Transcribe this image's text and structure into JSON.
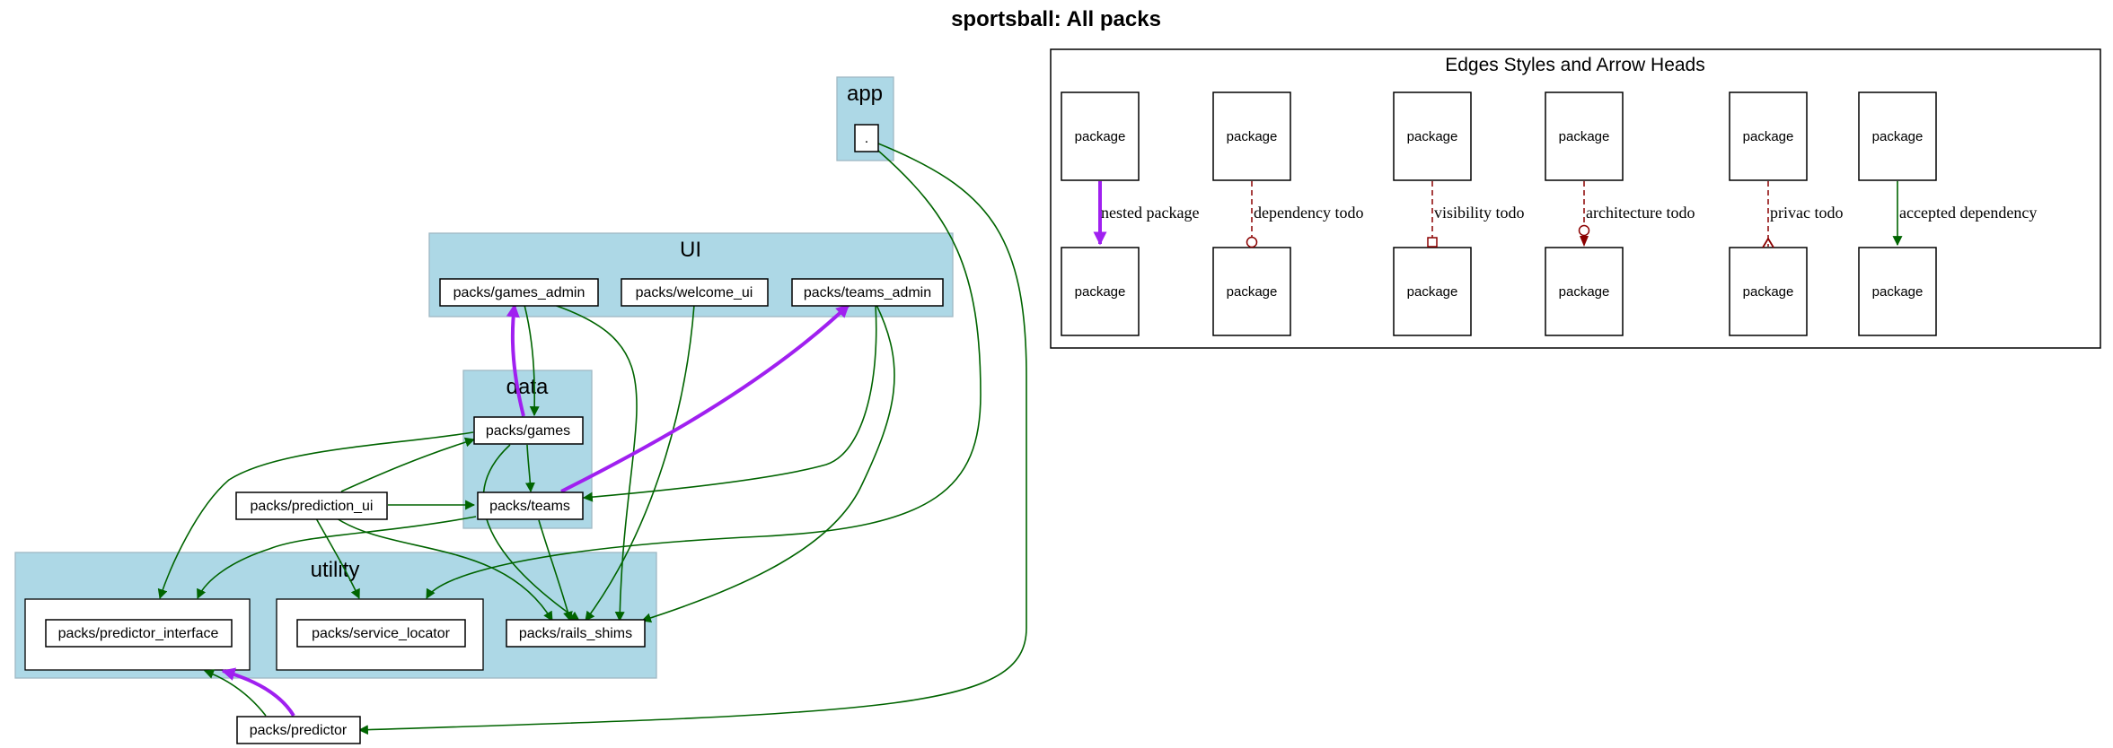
{
  "title": "sportsball: All packs",
  "clusters": {
    "app": "app",
    "ui": "UI",
    "data": "data",
    "utility": "utility"
  },
  "nodes": {
    "root": ".",
    "games_admin": "packs/games_admin",
    "welcome_ui": "packs/welcome_ui",
    "teams_admin": "packs/teams_admin",
    "games": "packs/games",
    "teams": "packs/teams",
    "prediction_ui": "packs/prediction_ui",
    "predictor_interface": "packs/predictor_interface",
    "service_locator": "packs/service_locator",
    "rails_shims": "packs/rails_shims",
    "predictor": "packs/predictor"
  },
  "legend": {
    "title": "Edges Styles and Arrow Heads",
    "package_label": "package",
    "edges": [
      {
        "label": "nested package"
      },
      {
        "label": "dependency todo"
      },
      {
        "label": "visibility todo"
      },
      {
        "label": "architecture todo"
      },
      {
        "label": "privac todo"
      },
      {
        "label": "accepted dependency"
      }
    ]
  },
  "colors": {
    "cluster_fill": "#add8e6",
    "cluster_border": "#9fb8c4",
    "dependency": "#006400",
    "nested": "#a020f0",
    "todo": "#8b0000"
  }
}
